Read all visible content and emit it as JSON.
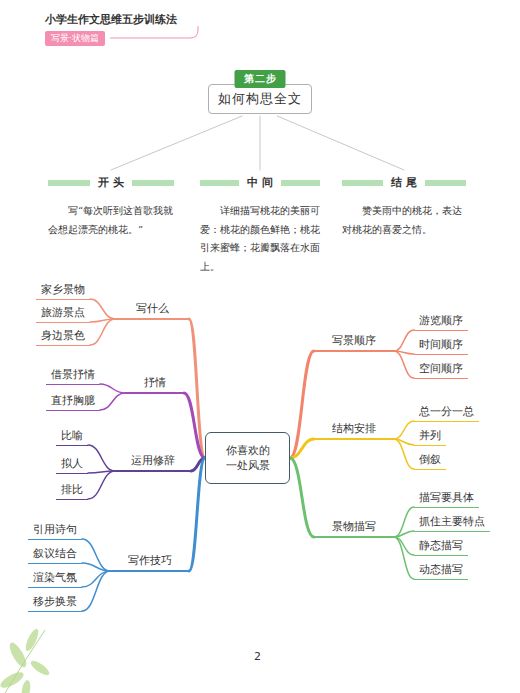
{
  "diagram": {
    "title": "小学生作文思维五步训练法",
    "nodes": [
      {
        "text": [
          "第二步",
          "如何构思全文"
        ]
      },
      {
        "text": [
          "开 头",
          "写“每次听到这首歌我就会想起漂亮的桃花。”"
        ]
      },
      {
        "text": [
          "中 间",
          "详细描写桃花的美丽可爱：桃花的颜色鲜艳；桃花引来蜜蜂；花瓣飘落在水面上。"
        ]
      },
      {
        "text": [
          "结 尾",
          "赞美雨中的桃花，表达对桃花的喜爱之情。"
        ]
      },
      {
        "text": [
          "你喜欢的一处风景"
        ]
      },
      {
        "text": [
          "写什么"
        ]
      },
      {
        "text": [
          "家乡景物"
        ]
      },
      {
        "text": [
          "旅游景点"
        ]
      },
      {
        "text": [
          "身边景色"
        ]
      },
      {
        "text": [
          "抒情"
        ]
      },
      {
        "text": [
          "借景抒情"
        ]
      },
      {
        "text": [
          "直抒胸臆"
        ]
      },
      {
        "text": [
          "运用修辞"
        ]
      },
      {
        "text": [
          "比喻"
        ]
      },
      {
        "text": [
          "拟人"
        ]
      },
      {
        "text": [
          "排比"
        ]
      },
      {
        "text": [
          "写作技巧"
        ]
      },
      {
        "text": [
          "引用诗句"
        ]
      },
      {
        "text": [
          "叙议结合"
        ]
      },
      {
        "text": [
          "渲染气氛"
        ]
      },
      {
        "text": [
          "移步换景"
        ]
      },
      {
        "text": [
          "写景顺序"
        ]
      },
      {
        "text": [
          "游览顺序"
        ]
      },
      {
        "text": [
          "时间顺序"
        ]
      },
      {
        "text": [
          "空间顺序"
        ]
      },
      {
        "text": [
          "结构安排"
        ]
      },
      {
        "text": [
          "总一分一总"
        ]
      },
      {
        "text": [
          "并列"
        ]
      },
      {
        "text": [
          "倒叙"
        ]
      },
      {
        "text": [
          "景物描写"
        ]
      },
      {
        "text": [
          "描写要具体"
        ]
      },
      {
        "text": [
          "抓住主要特点"
        ]
      },
      {
        "text": [
          "静态描写"
        ]
      },
      {
        "text": [
          "动态描写"
        ]
      }
    ],
    "edges": [
      {
        "from": 0,
        "to": 1,
        "arrow": "none"
      },
      {
        "from": 0,
        "to": 2,
        "arrow": "none"
      },
      {
        "from": 0,
        "to": 3,
        "arrow": "none"
      },
      {
        "from": 4,
        "to": 5,
        "arrow": "none"
      },
      {
        "from": 5,
        "to": 6,
        "arrow": "none"
      },
      {
        "from": 5,
        "to": 7,
        "arrow": "none"
      },
      {
        "from": 5,
        "to": 8,
        "arrow": "none"
      },
      {
        "from": 4,
        "to": 9,
        "arrow": "none"
      },
      {
        "from": 9,
        "to": 10,
        "arrow": "none"
      },
      {
        "from": 9,
        "to": 11,
        "arrow": "none"
      },
      {
        "from": 4,
        "to": 12,
        "arrow": "none"
      },
      {
        "from": 12,
        "to": 13,
        "arrow": "none"
      },
      {
        "from": 12,
        "to": 14,
        "arrow": "none"
      },
      {
        "from": 12,
        "to": 15,
        "arrow": "none"
      },
      {
        "from": 4,
        "to": 16,
        "arrow": "none"
      },
      {
        "from": 16,
        "to": 17,
        "arrow": "none"
      },
      {
        "from": 16,
        "to": 18,
        "arrow": "none"
      },
      {
        "from": 16,
        "to": 19,
        "arrow": "none"
      },
      {
        "from": 16,
        "to": 20,
        "arrow": "none"
      },
      {
        "from": 4,
        "to": 21,
        "arrow": "none"
      },
      {
        "from": 21,
        "to": 22,
        "arrow": "none"
      },
      {
        "from": 21,
        "to": 23,
        "arrow": "none"
      },
      {
        "from": 21,
        "to": 24,
        "arrow": "none"
      },
      {
        "from": 4,
        "to": 25,
        "arrow": "none"
      },
      {
        "from": 25,
        "to": 26,
        "arrow": "none"
      },
      {
        "from": 25,
        "to": 27,
        "arrow": "none"
      },
      {
        "from": 25,
        "to": 28,
        "arrow": "none"
      },
      {
        "from": 4,
        "to": 29,
        "arrow": "none"
      },
      {
        "from": 29,
        "to": 30,
        "arrow": "none"
      },
      {
        "from": 29,
        "to": 31,
        "arrow": "none"
      },
      {
        "from": 29,
        "to": 32,
        "arrow": "none"
      },
      {
        "from": 29,
        "to": 33,
        "arrow": "none"
      }
    ],
    "labels": [
      "写景·状物篇",
      "2"
    ]
  }
}
